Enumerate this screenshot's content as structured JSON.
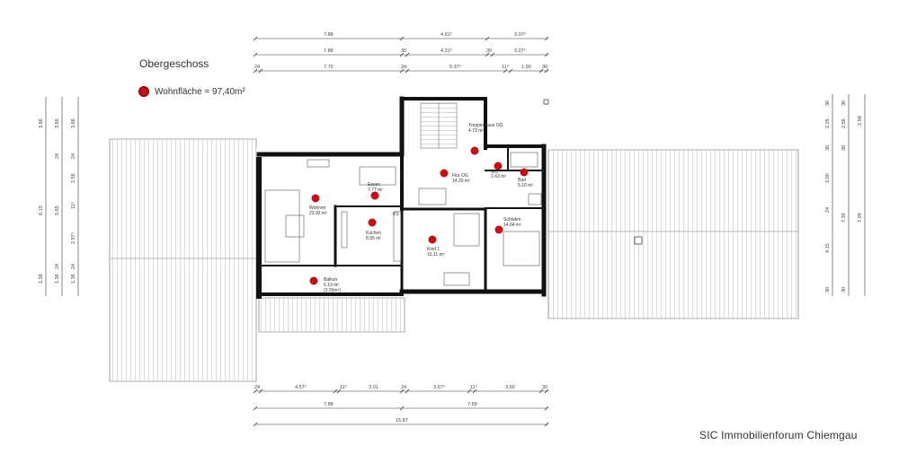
{
  "plan": {
    "title": "Obergeschoss",
    "legend_label": "Wohnfläche = 97,40m²",
    "footer": "SIC Immobilienforum Chiemgau",
    "marker_color": "#c0101a",
    "top_dims": {
      "row1": [
        "7.88",
        "4.91⁵",
        "3.07⁵"
      ],
      "row2": [
        "7.88",
        "30",
        "4.31⁵",
        "30",
        "3.07⁵"
      ],
      "row3": [
        "24",
        "7.70",
        "24",
        "5.37⁵",
        "11⁵",
        "1.90",
        "30"
      ]
    },
    "bottom_dims": {
      "row1": [
        "24",
        "4.57⁵",
        "11⁵",
        "3.01",
        "24",
        "3.67⁵",
        "11⁵",
        "3.60",
        "30"
      ],
      "row2": [
        "7.88",
        "7.69"
      ],
      "row3": [
        "15.87"
      ]
    },
    "left_dims": {
      "col1": [
        "3.66",
        "6.13",
        "1.36"
      ],
      "col2": [
        "3.66",
        "24",
        "5.65",
        "24",
        "1.36"
      ],
      "col3": [
        "3.66",
        "24",
        "2.56",
        "11⁵",
        "2.97⁵",
        "24",
        "1.36"
      ]
    },
    "right_dims": {
      "col1": [
        "30",
        "2.26",
        "30",
        "3.00",
        "24",
        "4.15",
        "30"
      ],
      "col2": [
        "30",
        "2.56",
        "30",
        "7.39",
        "30"
      ],
      "col3": [
        "2.56",
        "7.99"
      ]
    },
    "rooms": [
      {
        "name": "Treppenhaus OG",
        "area": "4.73 m²"
      },
      {
        "name": "Flur OG",
        "area": "14.20 m²"
      },
      {
        "name": "Bad",
        "area": "5.10 m²"
      },
      {
        "name": "WC",
        "area": "1.43 m²"
      },
      {
        "name": "Essen",
        "area": "7.77 m²"
      },
      {
        "name": "Wohnen",
        "area": "23.92 m²"
      },
      {
        "name": "Küchen",
        "area": "8.95 m²"
      },
      {
        "name": "Kind 1",
        "area": "15.11 m²"
      },
      {
        "name": "Schlafen",
        "area": "14.64 m²"
      },
      {
        "name": "Balkon",
        "area": "6.13 m²",
        "extra": "(3.26m²)"
      }
    ],
    "ks_label": "KS"
  }
}
